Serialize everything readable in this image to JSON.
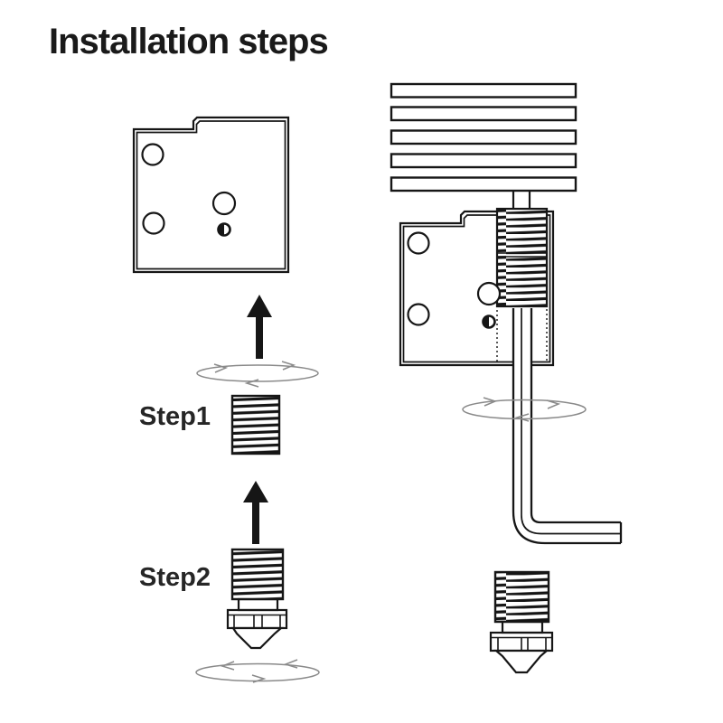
{
  "header": {
    "title": "Installation steps"
  },
  "steps": [
    {
      "label": "Step1",
      "part": "heat-break-throat"
    },
    {
      "label": "Step2",
      "part": "nozzle"
    }
  ],
  "diagram": {
    "left_column_components": [
      "heater-block",
      "up-arrow",
      "rotation-arrows",
      "heat-break-throat",
      "up-arrow",
      "nozzle",
      "rotation-arrows"
    ],
    "right_column_components": [
      "heatsink",
      "heater-block",
      "installed-heat-break",
      "hex-wrench",
      "rotation-arrows",
      "nozzle"
    ]
  },
  "colors": {
    "background": "#ffffff",
    "line_art": "#161616",
    "rotation_arrows": "#8a8a8a",
    "text": "#1a1a1a"
  }
}
